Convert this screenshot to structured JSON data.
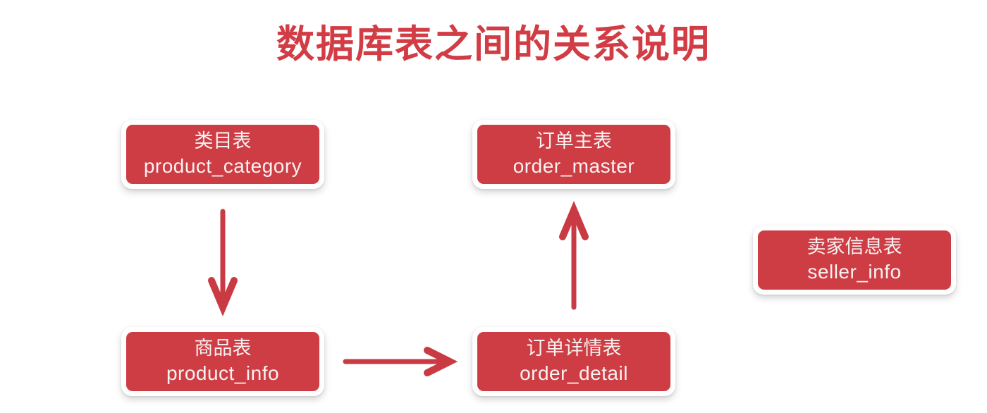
{
  "title": "数据库表之间的关系说明",
  "colors": {
    "background": "#ffffff",
    "title_text": "#d23c45",
    "node_fill": "#ce3d44",
    "node_text": "#f7f3f3",
    "node_frame": "#ffffff",
    "arrow": "#c93a43"
  },
  "diagram": {
    "nodes": [
      {
        "id": "product_category",
        "label_zh": "类目表",
        "label_en": "product_category"
      },
      {
        "id": "order_master",
        "label_zh": "订单主表",
        "label_en": "order_master"
      },
      {
        "id": "seller_info",
        "label_zh": "卖家信息表",
        "label_en": "seller_info"
      },
      {
        "id": "product_info",
        "label_zh": "商品表",
        "label_en": "product_info"
      },
      {
        "id": "order_detail",
        "label_zh": "订单详情表",
        "label_en": "order_detail"
      }
    ],
    "edges": [
      {
        "from": "product_category",
        "to": "product_info",
        "direction": "down"
      },
      {
        "from": "product_info",
        "to": "order_detail",
        "direction": "right"
      },
      {
        "from": "order_detail",
        "to": "order_master",
        "direction": "up"
      }
    ]
  }
}
